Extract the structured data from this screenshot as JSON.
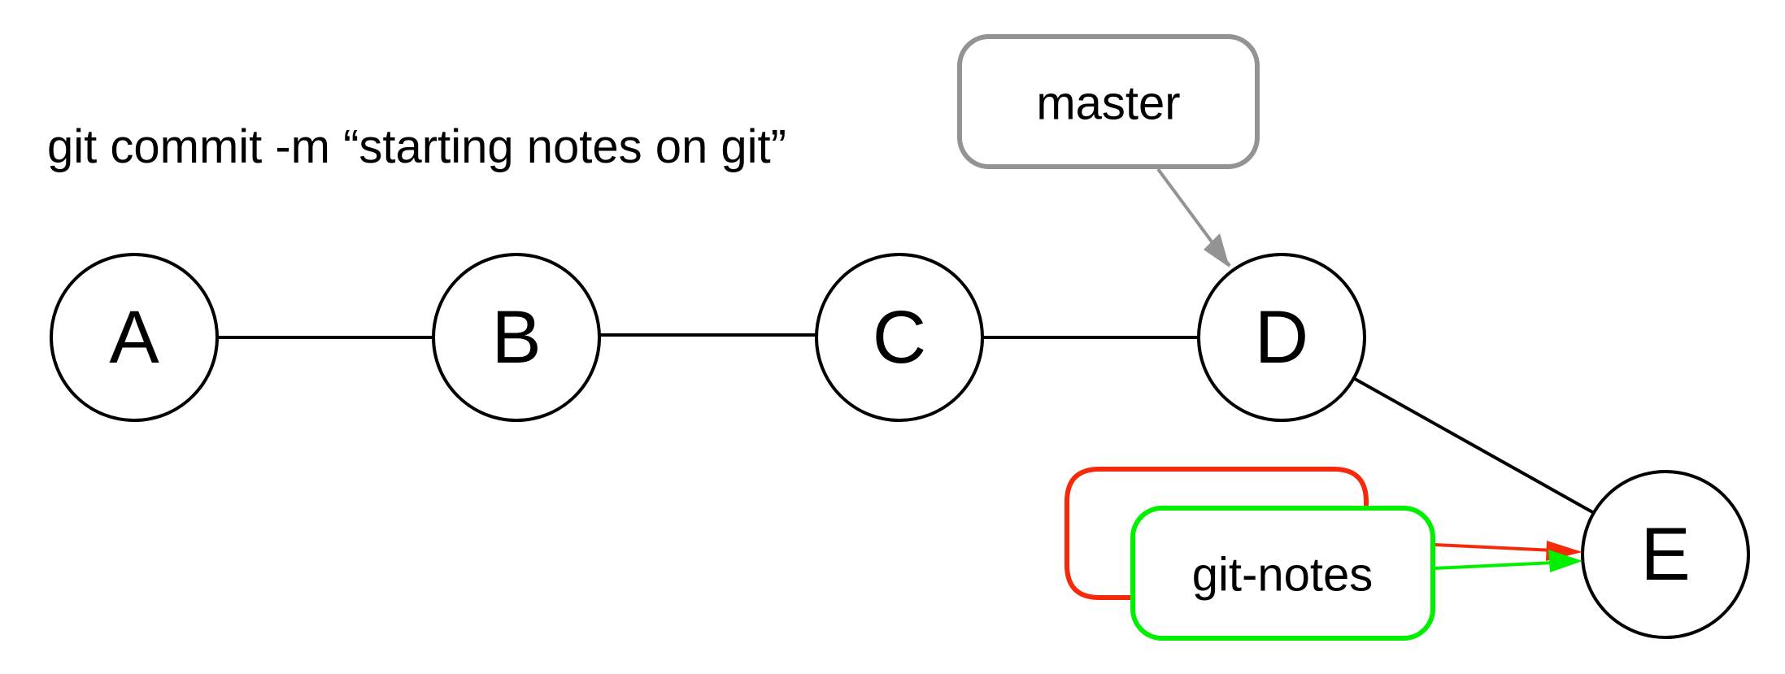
{
  "caption": "git commit -m “starting notes on git”",
  "commits": [
    {
      "id": "A",
      "label": "A"
    },
    {
      "id": "B",
      "label": "B"
    },
    {
      "id": "C",
      "label": "C"
    },
    {
      "id": "D",
      "label": "D"
    },
    {
      "id": "E",
      "label": "E"
    }
  ],
  "edges": [
    {
      "from": "A",
      "to": "B"
    },
    {
      "from": "B",
      "to": "C"
    },
    {
      "from": "C",
      "to": "D"
    },
    {
      "from": "D",
      "to": "E"
    }
  ],
  "branches": {
    "master": {
      "label": "master",
      "points_to": "D",
      "color": "#939393"
    },
    "git_notes": {
      "label": "git-notes",
      "points_to": "E",
      "color": "#00f000"
    },
    "previous_git_notes": {
      "label": "",
      "points_to": "E",
      "color": "#f52a0b"
    }
  }
}
